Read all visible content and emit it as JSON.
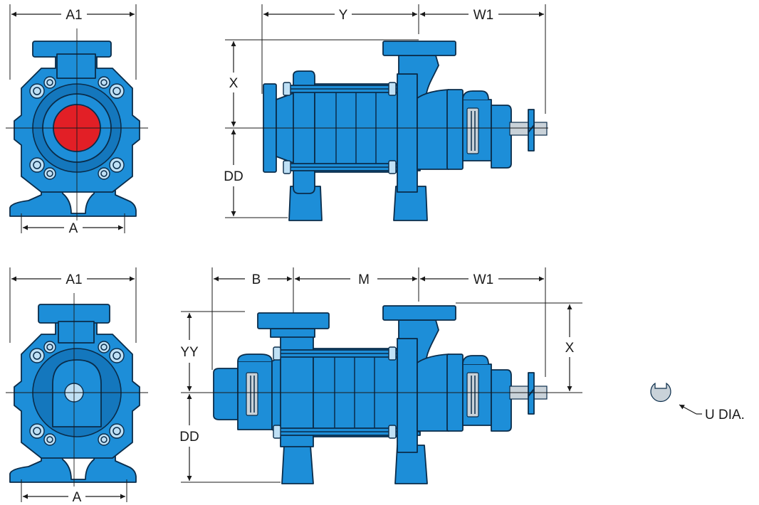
{
  "dimensions": {
    "a1_top": "A1",
    "a_top": "A",
    "y_top": "Y",
    "w1_top": "W1",
    "x_top": "X",
    "dd_top": "DD",
    "a1_bottom": "A1",
    "a_bottom": "A",
    "b_bottom": "B",
    "m_bottom": "M",
    "w1_bottom": "W1",
    "yy_bottom": "YY",
    "x_bottom": "X",
    "dd_bottom": "DD"
  },
  "shaft_detail": {
    "label": "U DIA."
  },
  "colors": {
    "pump_body": "#1d8ed8",
    "outline": "#0a2c4a",
    "suction_port": "#e21f26",
    "shaft": "#c9d2d9"
  }
}
